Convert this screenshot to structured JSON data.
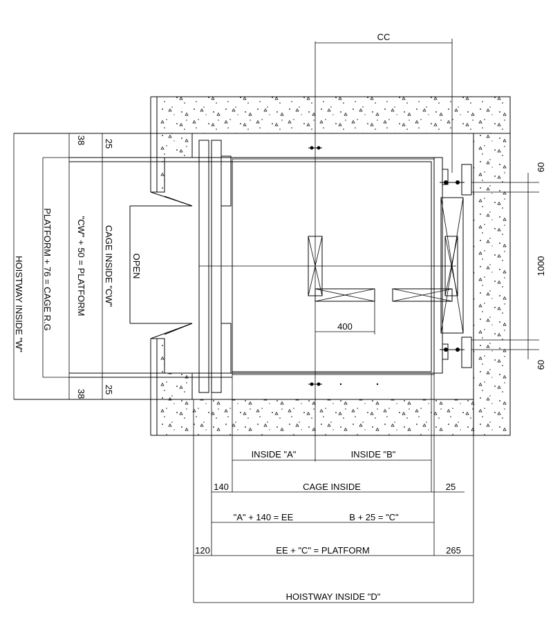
{
  "labels": {
    "cc": "CC",
    "inside_a": "INSIDE \"A\"",
    "inside_b": "INSIDE \"B\"",
    "cage_inside": "CAGE INSIDE",
    "ee_formula": "\"A\" + 140 = EE",
    "c_formula": "B + 25 = \"C\"",
    "platform_formula": "EE + \"C\" = PLATFORM",
    "hoistway_d": "HOISTWAY INSIDE \"D\"",
    "hoistway_w": "HOISTWAY INSIDE \"W\"",
    "platform_rg": "PLATFORM + 76 = CAGE R.G",
    "cw_platform": "\"CW\" + 50 = PLATFORM",
    "cage_cw": "CAGE INSIDE \"CW\"",
    "open": "OPEN"
  },
  "dims": {
    "d140": "140",
    "d25_bottom": "25",
    "d120": "120",
    "d265": "265",
    "d400": "400",
    "d60_top": "60",
    "d1000": "1000",
    "d60_bottom": "60",
    "d38_top": "38",
    "d25_top": "25",
    "d38_bottom": "38",
    "d25_left_bottom": "25"
  }
}
